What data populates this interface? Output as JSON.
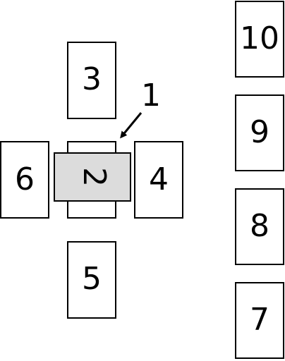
{
  "colors": {
    "background": "#ffffff",
    "stroke": "#000000",
    "selected_fill": "#dcdcdc"
  },
  "cross": {
    "top": "3",
    "center": "2",
    "right": "4",
    "bottom": "5",
    "left": "6"
  },
  "column": {
    "items": [
      "10",
      "9",
      "8",
      "7"
    ]
  },
  "callout": {
    "label": "1"
  }
}
